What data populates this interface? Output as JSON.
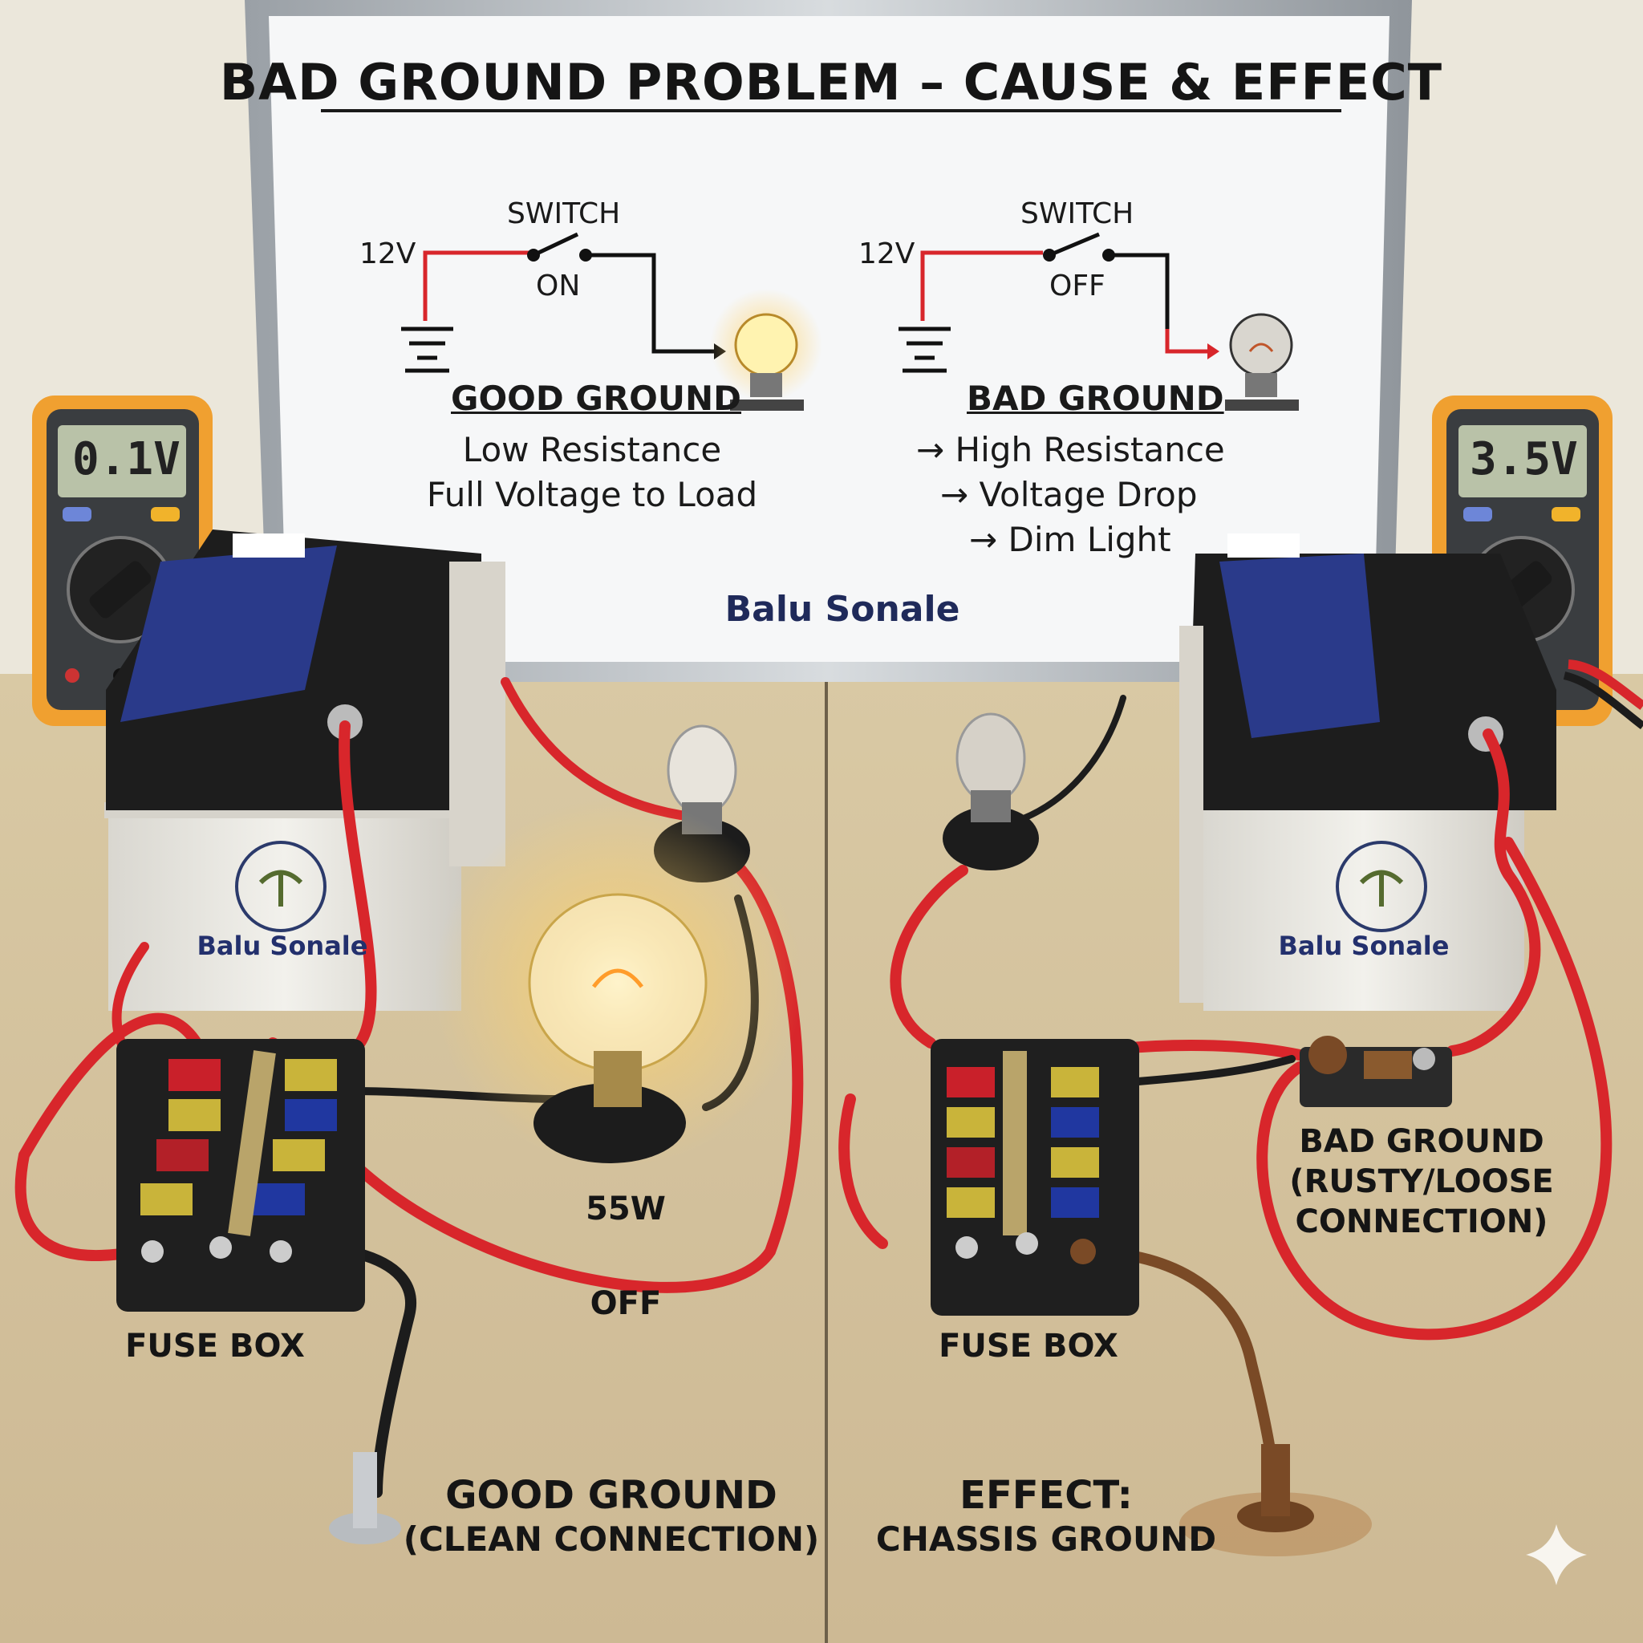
{
  "board": {
    "title": "BAD GROUND PROBLEM – CAUSE & EFFECT",
    "left_diagram": {
      "voltage": "12V",
      "switch_label": "SWITCH",
      "switch_state": "ON",
      "heading": "GOOD GROUND",
      "lines": [
        "Low Resistance",
        "Full Voltage to Load"
      ]
    },
    "right_diagram": {
      "voltage": "12V",
      "switch_label": "SWITCH",
      "switch_state": "OFF",
      "heading": "BAD GROUND",
      "lines": [
        "→ High Resistance",
        "→ Voltage Drop",
        "→ Dim Light"
      ]
    },
    "brand": "Balu Sonale"
  },
  "meters": {
    "left_reading": "0.1V",
    "right_reading": "3.5V"
  },
  "batteries": {
    "left_brand": "Balu Sonale",
    "right_brand": "Balu Sonale"
  },
  "bench": {
    "left_fuse_box": "FUSE BOX",
    "right_fuse_box": "FUSE BOX",
    "bulb_wattage": "55W",
    "bulb_state": "OFF",
    "good_ground_title": "GOOD GROUND",
    "good_ground_sub": "(CLEAN CONNECTION)",
    "effect_title": "EFFECT:",
    "effect_sub": "CHASSIS GROUND",
    "bad_ground_lines": [
      "BAD GROUND",
      "(RUSTY/LOOSE",
      "CONNECTION)"
    ]
  },
  "colors": {
    "wire_red": "#d8262b",
    "wire_black": "#1c1c1c",
    "meter_orange": "#f0a030",
    "battery_body": "#e8e6e0",
    "bench": "#d4c4a0",
    "board": "#f6f7f8",
    "rust": "#7a4a26"
  },
  "icons": [
    "multimeter-icon",
    "battery-icon",
    "bulb-icon",
    "fuse-box-icon",
    "ground-symbol-icon",
    "switch-icon",
    "sparkle-icon"
  ]
}
